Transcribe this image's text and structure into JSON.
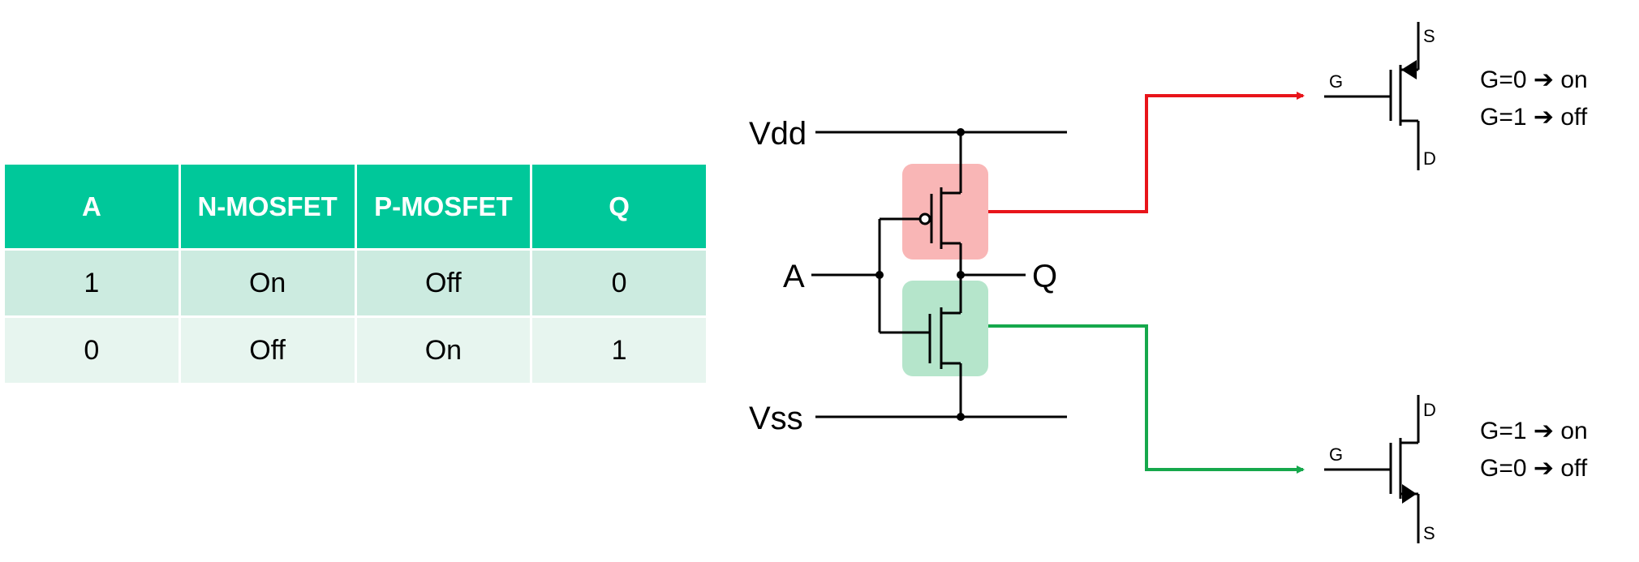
{
  "colors": {
    "header_bg": "#00C89A",
    "row_odd_bg": "#CCEBE0",
    "row_even_bg": "#E7F5EF",
    "pmos_highlight": "#F9B6B6",
    "nmos_highlight": "#B5E5CB",
    "pmos_arrow": "#E8141A",
    "nmos_arrow": "#16A84C"
  },
  "truth_table": {
    "headers": [
      "A",
      "N-MOSFET",
      "P-MOSFET",
      "Q"
    ],
    "rows": [
      [
        "1",
        "On",
        "Off",
        "0"
      ],
      [
        "0",
        "Off",
        "On",
        "1"
      ]
    ]
  },
  "circuit": {
    "vdd_label": "Vdd",
    "vss_label": "Vss",
    "input_label": "A",
    "output_label": "Q"
  },
  "pmos_symbol": {
    "gate_label": "G",
    "source_label": "S",
    "drain_label": "D",
    "rule_on": "G=0 ➔ on",
    "rule_off": "G=1 ➔ off"
  },
  "nmos_symbol": {
    "gate_label": "G",
    "source_label": "S",
    "drain_label": "D",
    "rule_on": "G=1 ➔ on",
    "rule_off": "G=0 ➔ off"
  }
}
